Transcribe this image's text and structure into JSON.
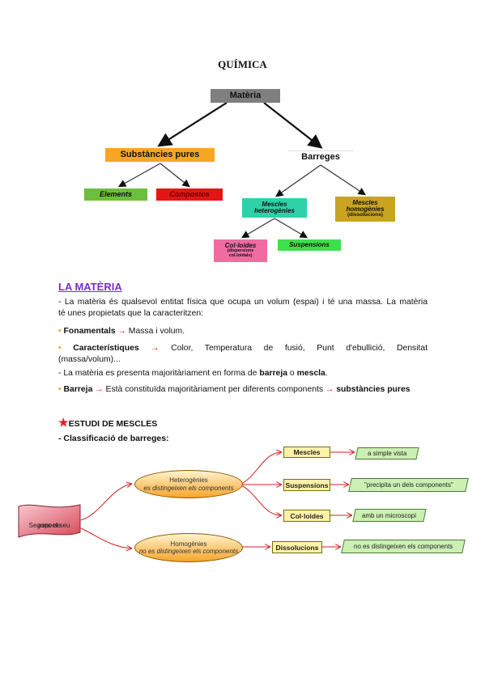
{
  "title": "QUÍMICA",
  "tree": {
    "materia": "Matèria",
    "pures": "Substàncies pures",
    "barreges": "Barreges",
    "elements": "Elements",
    "compostos": "Compostos",
    "mhet_1": "Mescles",
    "mhet_2": "heterogènies",
    "mhom_1": "Mescles",
    "mhom_2": "homogènies",
    "mhom_3": "(dissolucions)",
    "coll_1": "Col·loides",
    "coll_2": "(dispersions",
    "coll_3": "col.loidals)",
    "susp": "Suspensions"
  },
  "section": {
    "heading": "LA MATÈRIA",
    "p1_line1": "- La matèria és qualsevol entitat física que ocupa un volum (espai) i té una massa. La matèria",
    "p1_line2": "té unes propietats que la caracteritzen:",
    "bullet": "•",
    "arrow": "→",
    "fon_label": "Fonamentals",
    "fon_text": "Massa i volum.",
    "car_label": "Característiques",
    "car_text_1": "Color,",
    "car_text_2": "Temperatura",
    "car_text_3": "de",
    "car_text_4": "fusió,",
    "car_text_5": "Punt",
    "car_text_6": "d'ebullició,",
    "car_text_7": "Densitat",
    "car_line2": "(massa/volum)...",
    "p2_a": "- La matèria es presenta majoritàriament en forma de",
    "p2_b": "barreja",
    "p2_c": "o",
    "p2_d": "mescla",
    "p2_e": ".",
    "bar_label": "Barreja",
    "bar_text": "Està constituïda majoritàriament per diferents components",
    "bar_end": "substàncies pures"
  },
  "estudi": {
    "star": "★",
    "heading": "ESTUDI DE MESCLES",
    "sub": "- Classificació de barreges:"
  },
  "diagram": {
    "start_1": "Segons el seu",
    "start_2": "aspecte",
    "het_1": "Heterogènies",
    "het_2": "es distingeixen els components",
    "hom_1": "Homogènies",
    "hom_2": "no es distingeixen els components",
    "mescles": "Mescles",
    "suspensions": "Suspensions",
    "colloides": "Col·loides",
    "dissolucions": "Dissolucions",
    "r_mescles": "a simple vista",
    "r_susp": "\"precipita un dels components\"",
    "r_coll": "amb un microscopi",
    "r_diss": "no es distingeixen els components"
  }
}
